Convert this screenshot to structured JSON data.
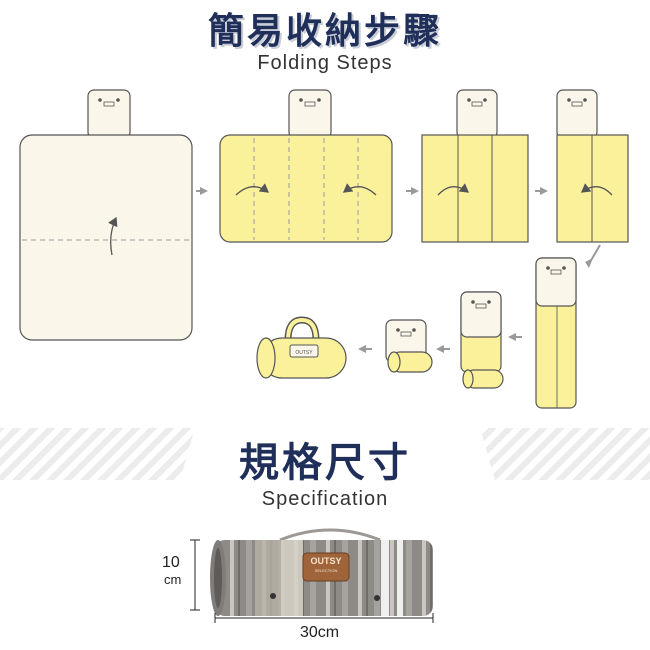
{
  "folding": {
    "title_zh": "簡易收納步驟",
    "title_en": "Folding Steps"
  },
  "spec": {
    "title_zh": "規格尺寸",
    "title_en": "Specification",
    "height_value": "10",
    "height_unit": "cm",
    "width_label": "30cm",
    "brand_label": "OUTSY",
    "brand_sub": "SELECTION"
  },
  "colors": {
    "title": "#1f2f5a",
    "mat_light": "#fbf6ea",
    "mat_yellow": "#fbf19b",
    "outline": "#555555",
    "arrow_gray": "#9a9a9a",
    "band_stripe": "#eeeeee"
  }
}
